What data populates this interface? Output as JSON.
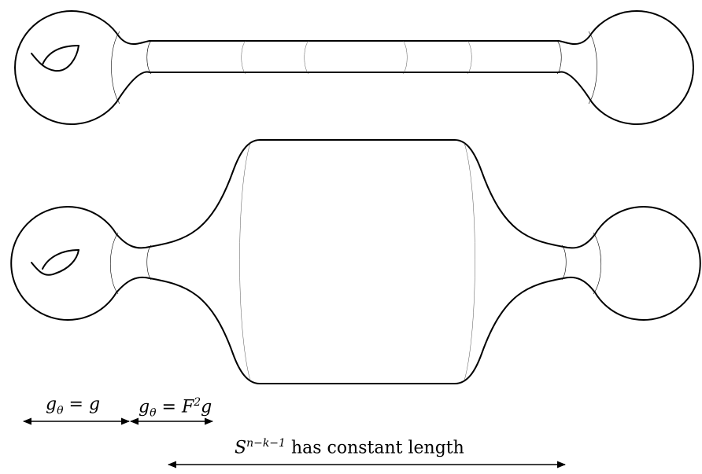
{
  "labels": {
    "metric_left": {
      "lhs": "g",
      "sub": "θ",
      "eq": " = ",
      "rhs": "g"
    },
    "metric_mid": {
      "lhs": "g",
      "sub": "θ",
      "eq": " = ",
      "rhs_base": "F",
      "rhs_exp": "2",
      "rhs_tail": "g"
    },
    "sphere": {
      "base": "S",
      "exp": "n−k−1",
      "text": " has constant length"
    }
  }
}
